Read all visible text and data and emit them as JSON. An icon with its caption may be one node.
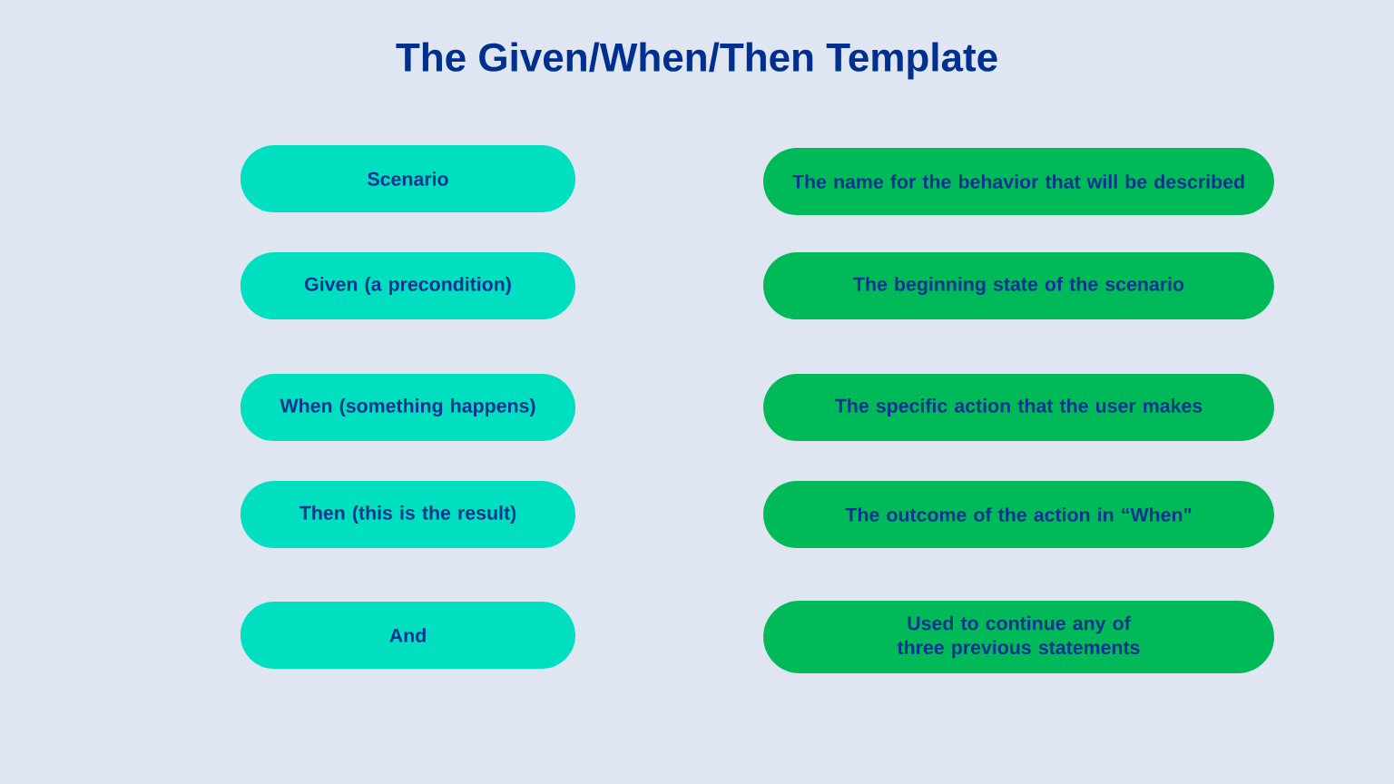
{
  "diagram": {
    "title": "The Given/When/Then Template",
    "nodes": [
      {
        "text": [
          "Scenario"
        ]
      },
      {
        "text": [
          "The name for the behavior that will be described"
        ]
      },
      {
        "text": [
          "Given (a precondition)"
        ]
      },
      {
        "text": [
          "The beginning state of the scenario"
        ]
      },
      {
        "text": [
          "When (something happens)"
        ]
      },
      {
        "text": [
          "The specific action that the user makes"
        ]
      },
      {
        "text": [
          "Then (this is the result)"
        ]
      },
      {
        "text": [
          "The outcome of the action in “When\""
        ]
      },
      {
        "text": [
          "And"
        ]
      },
      {
        "text": [
          "Used to continue any of three previous statements"
        ]
      }
    ]
  }
}
